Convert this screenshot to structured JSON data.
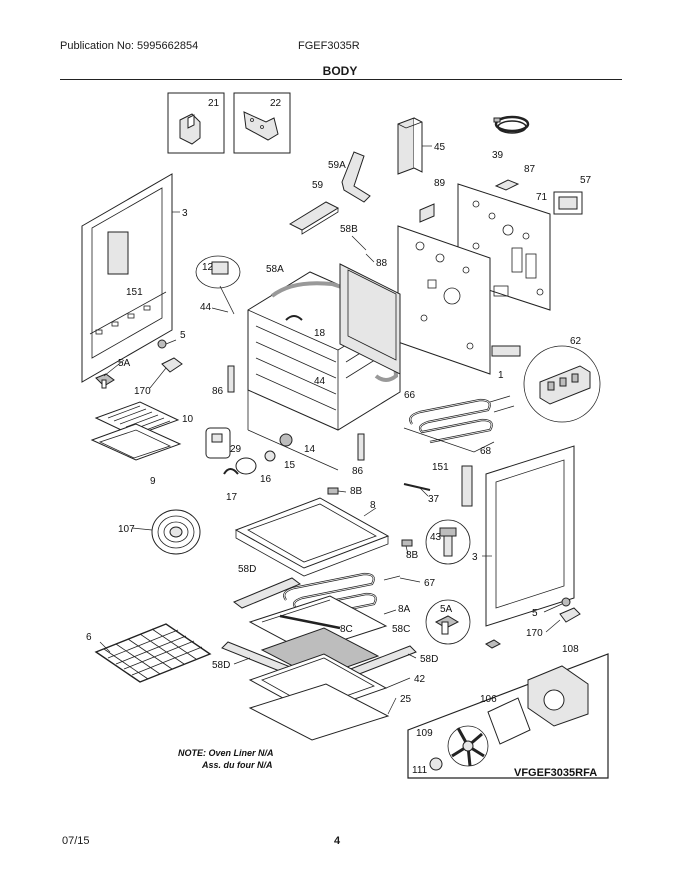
{
  "header": {
    "publication": "Publication No: 5995662854",
    "model": "FGEF3035R",
    "section_title": "BODY"
  },
  "footer": {
    "date": "07/15",
    "page": "4"
  },
  "note": {
    "line1": "NOTE: Oven Liner N/A",
    "line2": "Ass. du four N/A"
  },
  "inset_code": "VFGEF3035RFA",
  "callouts": {
    "p21": "21",
    "p22": "22",
    "p45": "45",
    "p39": "39",
    "p59A": "59A",
    "p59": "59",
    "p87": "87",
    "p57": "57",
    "p89": "89",
    "p71": "71",
    "p3a": "3",
    "p58B": "58B",
    "p88": "88",
    "p12": "12",
    "p58A": "58A",
    "p44a": "44",
    "p151a": "151",
    "p18": "18",
    "p5a": "5",
    "p5Aa": "5A",
    "p44b": "44",
    "p62": "62",
    "p1": "1",
    "p170a": "170",
    "p86a": "86",
    "p66": "66",
    "p10": "10",
    "p29": "29",
    "p14": "14",
    "p15": "15",
    "p68": "68",
    "p9": "9",
    "p16": "16",
    "p86b": "86",
    "p151b": "151",
    "p17": "17",
    "p8B1": "8B",
    "p37": "37",
    "p8": "8",
    "p107": "107",
    "p43": "43",
    "p8B2": "8B",
    "p3b": "3",
    "p58Da": "58D",
    "p67": "67",
    "p5Ab": "5A",
    "p5b": "5",
    "p8A": "8A",
    "p6": "6",
    "p8C": "8C",
    "p58C": "58C",
    "p170b": "170",
    "p58Db": "58D",
    "p58Dc": "58D",
    "p42": "42",
    "p108": "108",
    "p25": "25",
    "p106": "106",
    "p109": "109",
    "p111": "111"
  }
}
